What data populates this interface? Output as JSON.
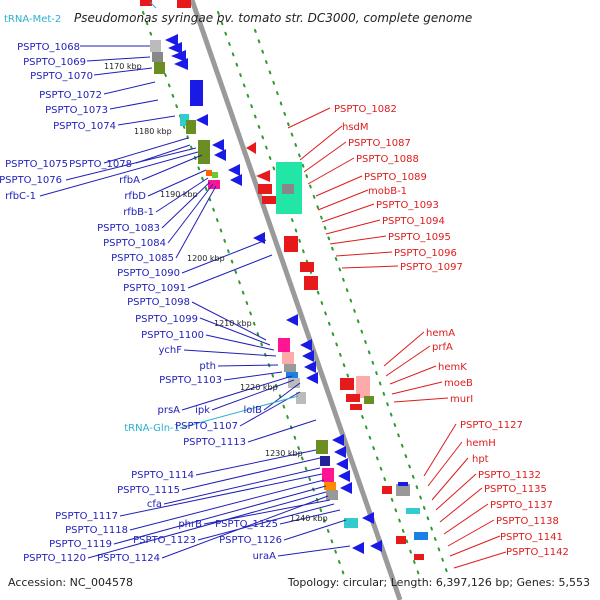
{
  "header": {
    "trna_label": "tRNA-Met-2",
    "organism": "Pseudomonas syringae pv. tomato str. DC3000, complete genome"
  },
  "footer": {
    "accession": "Accession: NC_004578",
    "stats": "Topology: circular; Length: 6,397,126 bp; Genes: 5,553"
  },
  "colors": {
    "left_label": "#1f1fb8",
    "right_label": "#dd1c1c",
    "trna_label": "#2bb0cc",
    "backbone": "#999999",
    "dots": "#2f9a2f"
  },
  "ticks": [
    "1170 kbp",
    "1180 kbp",
    "1190 kbp",
    "1200 kbp",
    "1210 kbp",
    "1220 kbp",
    "1230 kbp",
    "1240 kbp"
  ],
  "left_genes": [
    "PSPTO_1068",
    "PSPTO_1069",
    "PSPTO_1070",
    "PSPTO_1072",
    "PSPTO_1073",
    "PSPTO_1074",
    "PSPTO_1075",
    "PSPTO_1078",
    "PSPTO_1076",
    "rfbC-1",
    "rfbA",
    "rfbD",
    "rfbB-1",
    "PSPTO_1083",
    "PSPTO_1084",
    "PSPTO_1085",
    "PSPTO_1090",
    "PSPTO_1091",
    "PSPTO_1098",
    "PSPTO_1099",
    "PSPTO_1100",
    "ychF",
    "pth",
    "PSPTO_1103",
    "prsA",
    "ipk",
    "lolB",
    "tRNA-Gln-1",
    "PSPTO_1107",
    "PSPTO_1113",
    "PSPTO_1114",
    "PSPTO_1115",
    "cfa",
    "PSPTO_1117",
    "PSPTO_1118",
    "PSPTO_1119",
    "PSPTO_1120",
    "PSPTO_1124",
    "phrB",
    "PSPTO_1123",
    "PSPTO_1125",
    "PSPTO_1126",
    "uraA"
  ],
  "right_genes": [
    "PSPTO_1082",
    "hsdM",
    "PSPTO_1087",
    "PSPTO_1088",
    "PSPTO_1089",
    "mobB-1",
    "PSPTO_1093",
    "PSPTO_1094",
    "PSPTO_1095",
    "PSPTO_1096",
    "PSPTO_1097",
    "hemA",
    "prfA",
    "hemK",
    "moeB",
    "murI",
    "PSPTO_1127",
    "hemH",
    "hpt",
    "PSPTO_1132",
    "PSPTO_1135",
    "PSPTO_1137",
    "PSPTO_1138",
    "PSPTO_1141",
    "PSPTO_1142"
  ]
}
